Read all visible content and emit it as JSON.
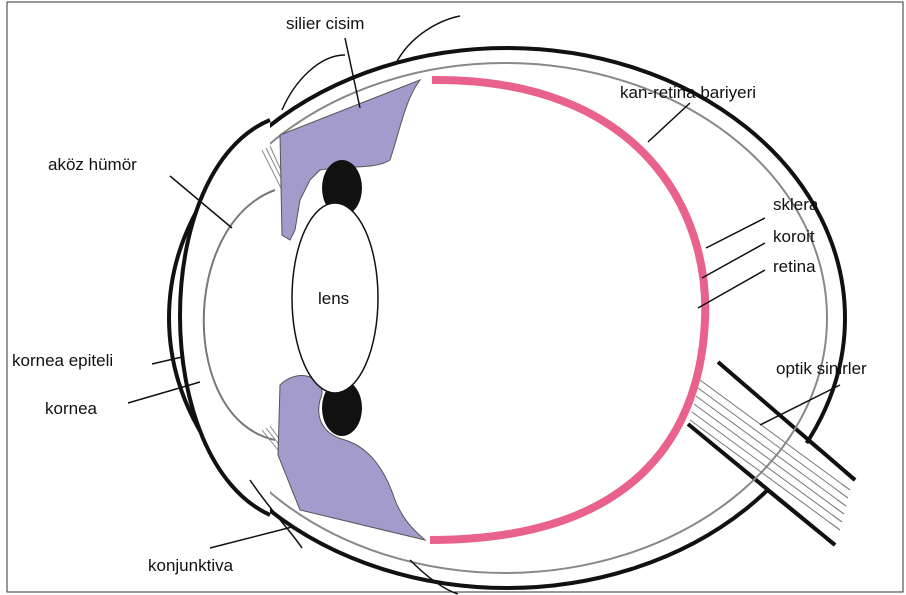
{
  "labels": {
    "silier_cisim": "silier cisim",
    "kan_retina_bariyeri": "kan-retina bariyeri",
    "akoz_humor": "aköz hümör",
    "sklera": "sklera",
    "koroit": "koroit",
    "retina": "retina",
    "lens": "lens",
    "kornea_epiteli": "kornea epiteli",
    "kornea": "kornea",
    "optik_sinirler": "optik sinirler",
    "konjunktiva": "konjunktiva"
  },
  "colors": {
    "outline": "#111111",
    "ciliary_body": "#a39bcc",
    "retina": "#e8628c",
    "inner_gray": "#888888",
    "pupil": "#111111"
  }
}
